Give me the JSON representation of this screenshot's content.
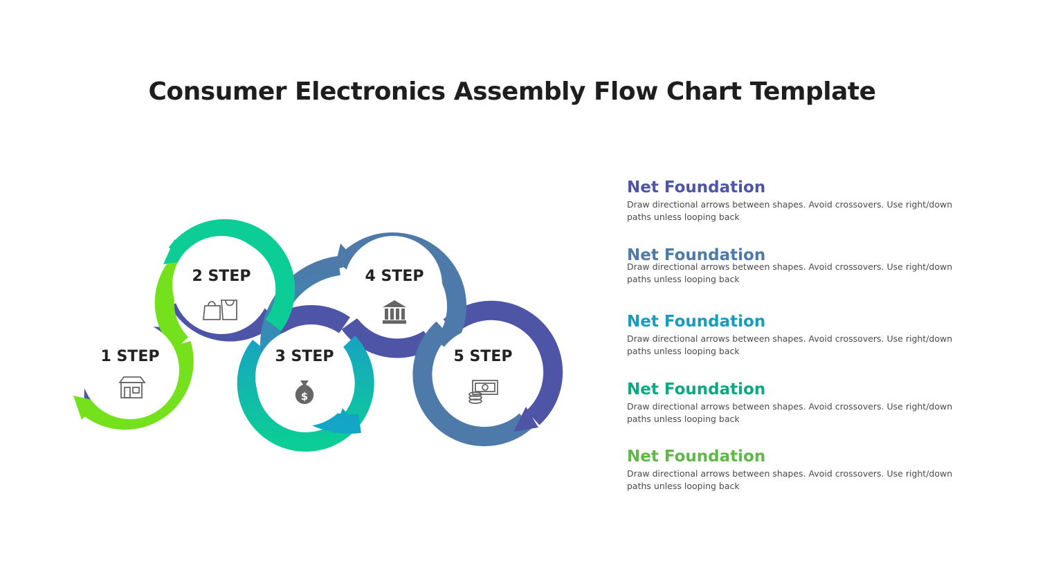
{
  "title": "Consumer Electronics Assembly Flow Chart Template",
  "colors": {
    "navy": "#4e55a6",
    "steel_blue": "#4d7aa8",
    "teal": "#179cc0",
    "green": "#0ccd96",
    "lime": "#74e11c",
    "lime_text": "#5fb847"
  },
  "steps": [
    {
      "label": "1 STEP",
      "icon": "store-icon"
    },
    {
      "label": "2 STEP",
      "icon": "shopping-bags-icon"
    },
    {
      "label": "3 STEP",
      "icon": "money-bag-icon"
    },
    {
      "label": "4 STEP",
      "icon": "bank-icon"
    },
    {
      "label": "5 STEP",
      "icon": "cash-icon"
    }
  ],
  "legend": [
    {
      "heading": "Net Foundation",
      "color": "#4e55a6",
      "description": "Draw directional arrows between shapes. Avoid crossovers. Use right/down paths unless looping back"
    },
    {
      "heading": "Net Foundation",
      "color": "#4d7aa8",
      "description": "Draw directional arrows between shapes. Avoid crossovers. Use right/down paths unless looping back"
    },
    {
      "heading": "Net Foundation",
      "color": "#179cc0",
      "description": "Draw directional arrows between shapes. Avoid crossovers. Use right/down paths unless looping back"
    },
    {
      "heading": "Net Foundation",
      "color": "#0ca883",
      "description": "Draw directional arrows between shapes. Avoid crossovers. Use right/down paths unless looping back"
    },
    {
      "heading": "Net Foundation",
      "color": "#5fb847",
      "description": "Draw directional arrows between shapes. Avoid crossovers. Use right/down paths unless looping back"
    }
  ]
}
